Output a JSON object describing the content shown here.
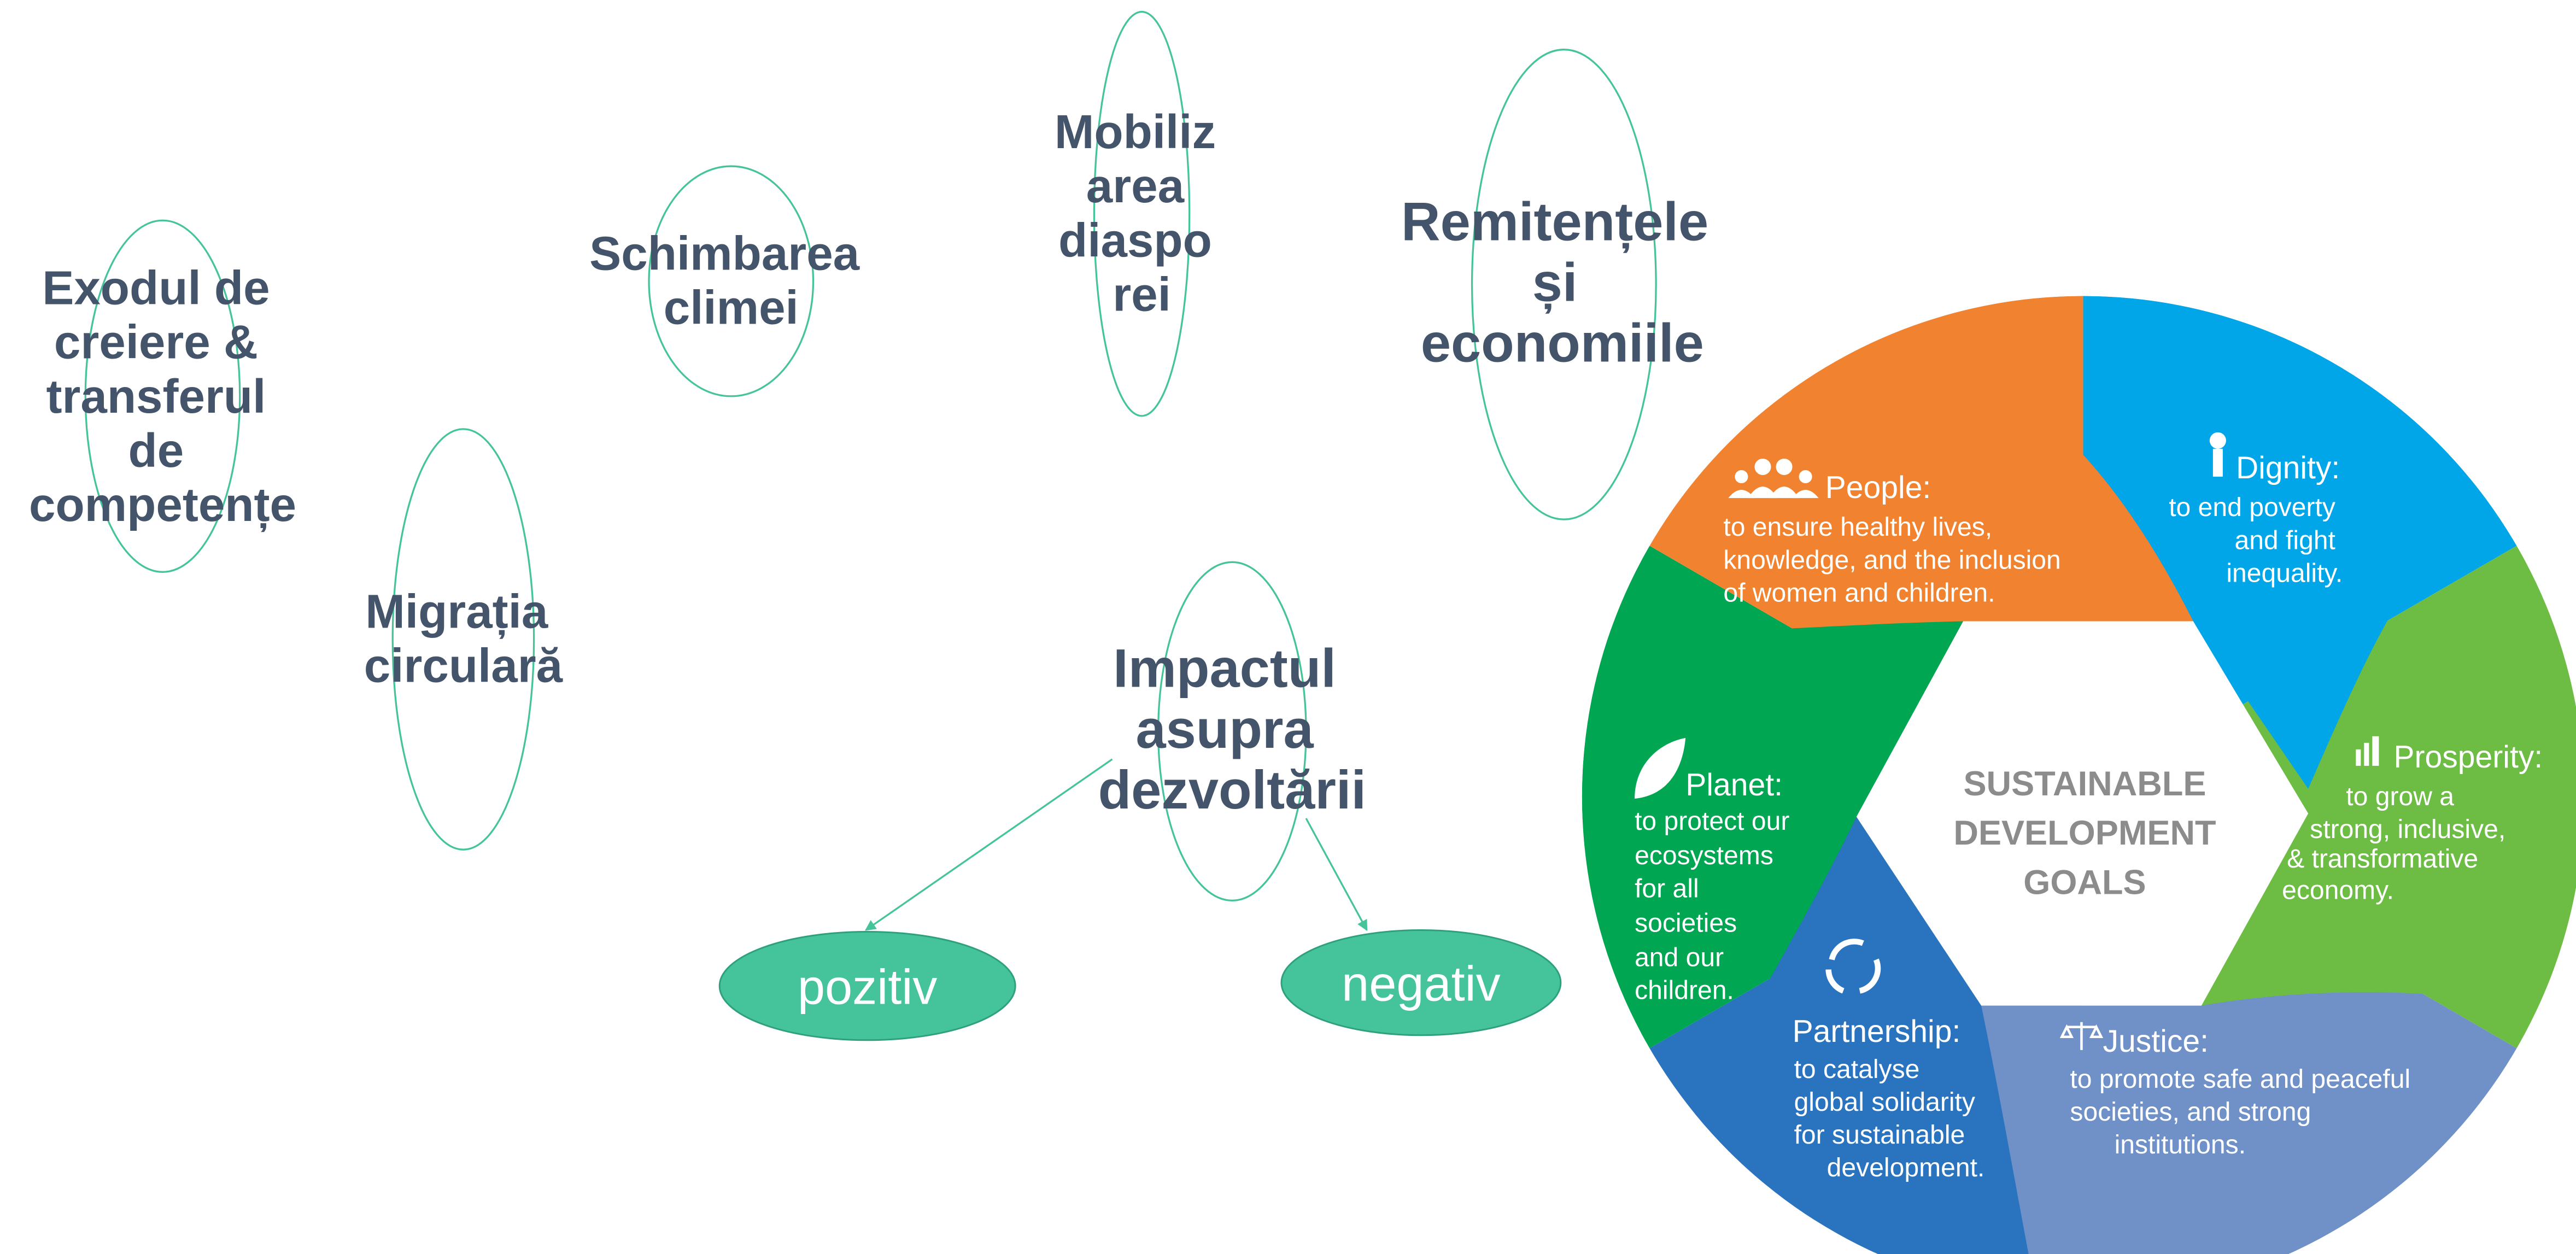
{
  "concepts": {
    "exodul": [
      "Exodul de",
      "creiere &",
      "transferul",
      "de",
      "competențe"
    ],
    "migratia": [
      "Migrația",
      "circulară"
    ],
    "schimbarea": [
      "Schimbarea",
      "climei"
    ],
    "mobilizarea": [
      "Mobiliz",
      "area",
      "diaspo",
      "rei"
    ],
    "remitentele": [
      "Remitențele",
      "și",
      "economiile"
    ],
    "impactul": [
      "Impactul",
      "asupra",
      "dezvoltării"
    ]
  },
  "outcomes": {
    "pozitiv": "pozitiv",
    "negativ": "negativ"
  },
  "sdg_wheel": {
    "center": [
      "SUSTAINABLE",
      "DEVELOPMENT",
      "GOALS"
    ],
    "segments": {
      "people": {
        "title": "People:",
        "body": [
          "to ensure healthy lives,",
          "knowledge, and the inclusion",
          "of women and children."
        ],
        "icon": "people-icon"
      },
      "dignity": {
        "title": "Dignity:",
        "body": [
          "to end poverty",
          "and fight",
          "inequality."
        ],
        "icon": "dignity-icon"
      },
      "prosperity": {
        "title": "Prosperity:",
        "body": [
          "to grow a",
          "strong,  inclusive,",
          "& transformative",
          "economy."
        ],
        "icon": "bar-chart-icon"
      },
      "justice": {
        "title": "Justice:",
        "body": [
          "to promote safe and peaceful",
          "societies, and strong",
          "institutions."
        ],
        "icon": "scales-icon"
      },
      "partnership": {
        "title": "Partnership:",
        "body": [
          "to catalyse",
          "global solidarity",
          "for sustainable",
          "development."
        ],
        "icon": "cycle-icon"
      },
      "planet": {
        "title": "Planet:",
        "body": [
          "to protect our",
          "ecosystems",
          "for all",
          "societies",
          "and our",
          "children."
        ],
        "icon": "leaf-icon"
      }
    }
  },
  "colors": {
    "concept_text": "#44546A",
    "outline": "#45C49B",
    "outcome_fill": "#45C49B",
    "people": "#F1822F",
    "dignity": "#00A6E8",
    "prosperity": "#6DBD45",
    "justice": "#7090C8",
    "partnership": "#2A74BF",
    "planet": "#00A651",
    "sdg_center_text": "#8C8C8C"
  }
}
